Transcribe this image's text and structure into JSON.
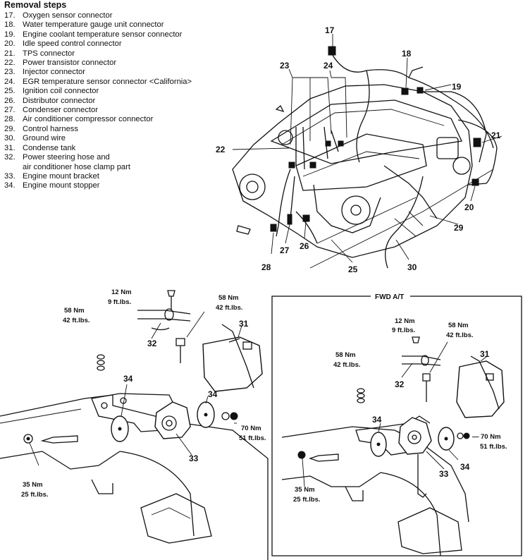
{
  "removal_steps": {
    "title": "Removal steps",
    "items": [
      {
        "num": "17.",
        "text": "Oxygen sensor connector"
      },
      {
        "num": "18.",
        "text": "Water temperature gauge unit connector"
      },
      {
        "num": "19.",
        "text": "Engine coolant temperature sensor connector"
      },
      {
        "num": "20.",
        "text": "Idle speed control connector"
      },
      {
        "num": "21.",
        "text": "TPS connector"
      },
      {
        "num": "22.",
        "text": "Power transistor connector"
      },
      {
        "num": "23.",
        "text": "Injector connector"
      },
      {
        "num": "24.",
        "text": "EGR temperature sensor connector <California>"
      },
      {
        "num": "25.",
        "text": "Ignition coil connector"
      },
      {
        "num": "26.",
        "text": "Distributor connector"
      },
      {
        "num": "27.",
        "text": "Condenser connector"
      },
      {
        "num": "28.",
        "text": "Air conditioner compressor connector"
      },
      {
        "num": "29.",
        "text": "Control harness"
      },
      {
        "num": "30.",
        "text": "Ground wire"
      },
      {
        "num": "31.",
        "text": "Condense tank"
      },
      {
        "num": "32.",
        "text": "Power steering hose and",
        "cont": "air conditioner hose clamp part"
      },
      {
        "num": "33.",
        "text": "Engine mount bracket"
      },
      {
        "num": "34.",
        "text": "Engine mount stopper"
      }
    ]
  },
  "engine_callouts": {
    "c17": "17",
    "c18": "18",
    "c19": "19",
    "c20": "20",
    "c21": "21",
    "c22": "22",
    "c23": "23",
    "c24": "24",
    "c25": "25",
    "c26": "26",
    "c27": "27",
    "c28": "28",
    "c29": "29",
    "c30": "30"
  },
  "left_mount": {
    "torque_12": [
      "12 Nm",
      "9 ft.lbs."
    ],
    "torque_58a": [
      "58 Nm",
      "42 ft.lbs."
    ],
    "torque_58b": [
      "58 Nm",
      "42 ft.lbs."
    ],
    "torque_70": [
      "70 Nm",
      "51 ft.lbs."
    ],
    "torque_35": [
      "35 Nm",
      "25 ft.lbs."
    ],
    "callouts": {
      "c31": "31",
      "c32": "32",
      "c33": "33",
      "c34a": "34",
      "c34b": "34"
    }
  },
  "right_inset": {
    "title": "FWD A/T",
    "torque_12": [
      "12 Nm",
      "9 ft.lbs."
    ],
    "torque_58a": [
      "58 Nm",
      "42 ft.lbs."
    ],
    "torque_58b": [
      "58 Nm",
      "42 ft.lbs."
    ],
    "torque_70": [
      "70 Nm",
      "51 ft.lbs."
    ],
    "torque_70_prefix": "—",
    "torque_35": [
      "35 Nm",
      "25 ft.lbs."
    ],
    "callouts": {
      "c31": "31",
      "c32": "32",
      "c33": "33",
      "c34a": "34",
      "c34b": "34"
    }
  }
}
